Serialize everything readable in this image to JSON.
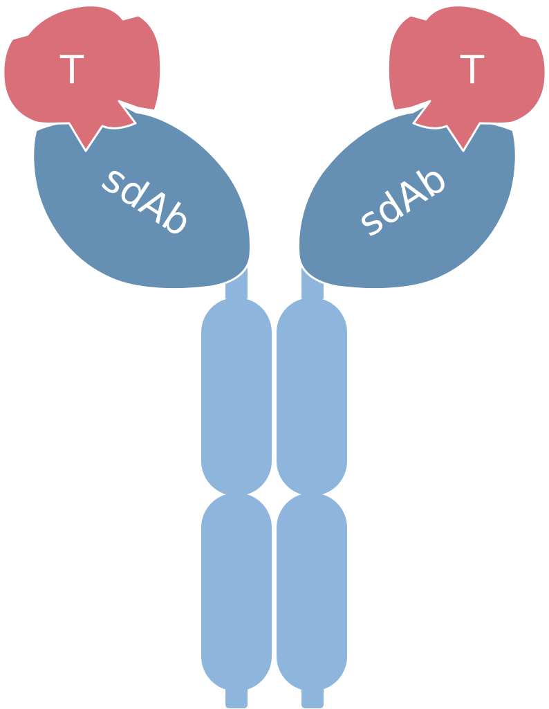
{
  "labels": {
    "target_left": "T",
    "target_right": "T",
    "sdab_left": "sdAb",
    "sdab_right": "sdAb"
  },
  "colors": {
    "target": "#d96f78",
    "sdab": "#6690b3",
    "fc": "#8eb5dc",
    "outline": "#ffffff"
  }
}
